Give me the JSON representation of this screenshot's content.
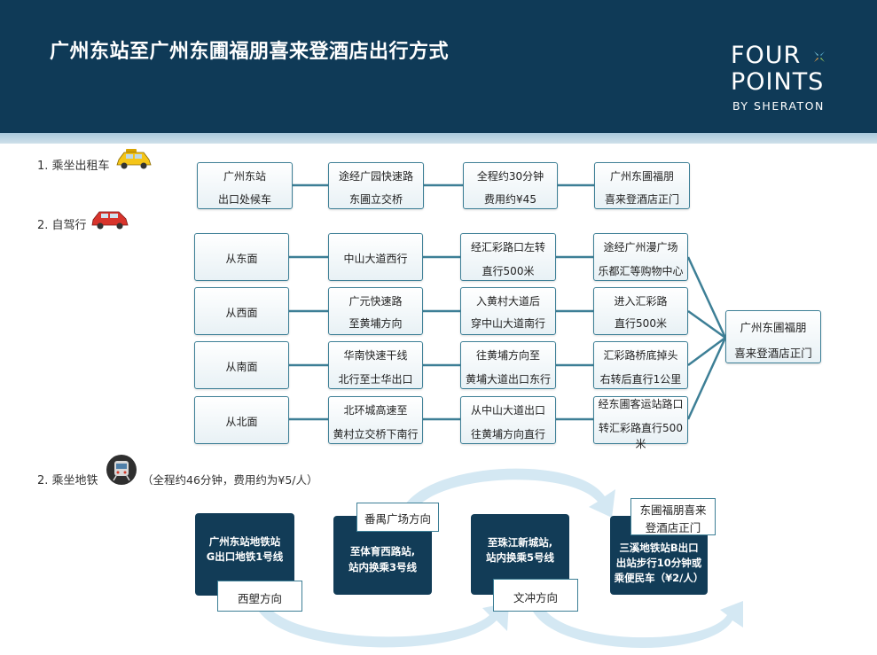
{
  "header": {
    "title": "广州东站至广州东圃福朋喜来登酒店出行方式",
    "logo": {
      "line1": "FOUR",
      "line2": "POINTS",
      "line3": "BY SHERATON"
    }
  },
  "taxi": {
    "label": "1. 乘坐出租车",
    "steps": [
      [
        "广州东站",
        "出口处候车"
      ],
      [
        "途经广园快速路",
        "东圃立交桥"
      ],
      [
        "全程约30分钟",
        "费用约¥45"
      ],
      [
        "广州东圃福朋",
        "喜来登酒店正门"
      ]
    ]
  },
  "drive": {
    "label": "2. 自驾行",
    "rows": [
      {
        "from": "从东面",
        "step1": [
          "中山大道西行"
        ],
        "step2": [
          "经汇彩路口左转",
          "直行500米"
        ],
        "step3": [
          "途经广州漫广场",
          "乐都汇等购物中心"
        ]
      },
      {
        "from": "从西面",
        "step1": [
          "广元快速路",
          "至黄埔方向"
        ],
        "step2": [
          "入黄村大道后",
          "穿中山大道南行"
        ],
        "step3": [
          "进入汇彩路",
          "直行500米"
        ]
      },
      {
        "from": "从南面",
        "step1": [
          "华南快速干线",
          "北行至士华出口"
        ],
        "step2": [
          "往黄埔方向至",
          "黄埔大道出口东行"
        ],
        "step3": [
          "汇彩路桥底掉头",
          "右转后直行1公里"
        ]
      },
      {
        "from": "从北面",
        "step1": [
          "北环城高速至",
          "黄村立交桥下南行"
        ],
        "step2": [
          "从中山大道出口",
          "往黄埔方向直行"
        ],
        "step3": [
          "经东圃客运站路口",
          "转汇彩路直行500",
          "米"
        ]
      }
    ],
    "destination": [
      "广州东圃福朋",
      "喜来登酒店正门"
    ]
  },
  "metro": {
    "label": "2. 乘坐地铁",
    "note": "（全程约46分钟，费用约为¥5/人）",
    "steps": [
      {
        "lines": [
          "广州东站地铁站",
          "G出口地铁1号线"
        ],
        "direction": "西塱方向"
      },
      {
        "lines": [
          "至体育西路站,",
          "站内换乘3号线"
        ],
        "direction": "番禺广场方向"
      },
      {
        "lines": [
          "至珠江新城站,",
          "站内换乘5号线"
        ],
        "direction": "文冲方向"
      },
      {
        "lines": [
          "三溪地铁站B出口",
          "出站步行10分钟或",
          "乘便民车（¥2/人）"
        ],
        "direction": [
          "东圃福朋喜来",
          "登酒店正门"
        ]
      }
    ]
  },
  "colors": {
    "header": "#0f3a57",
    "connector": "#3d7f96",
    "dark_box": "#123c57",
    "arrow": "#cfe6f1"
  },
  "icons": {
    "taxi": "taxi-icon",
    "car": "car-icon",
    "metro": "metro-train-icon"
  }
}
